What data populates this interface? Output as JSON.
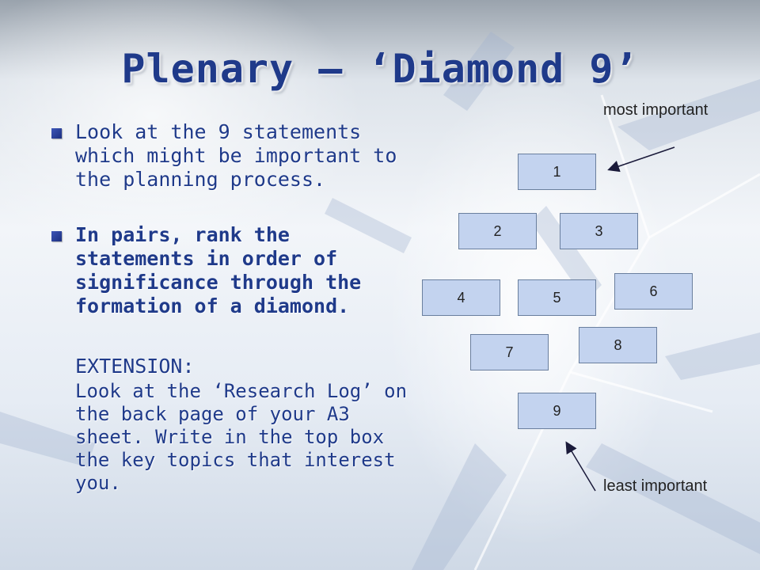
{
  "title": "Plenary – ‘Diamond 9’",
  "bullets": [
    "Look at the 9 statements which might be important to the planning process.",
    "In pairs, rank the statements in order of significance through the formation of a diamond."
  ],
  "extension": {
    "heading": "EXTENSION:",
    "body": "Look at the ‘Research Log’ on the back page of your A3 sheet. Write in the top box the key topics that interest you."
  },
  "diamond": {
    "boxes": [
      "1",
      "2",
      "3",
      "4",
      "5",
      "6",
      "7",
      "8",
      "9"
    ],
    "top_label": "most important",
    "bottom_label": "least important"
  },
  "colors": {
    "title": "#1f3a8a",
    "box_fill": "#c3d3ef"
  }
}
